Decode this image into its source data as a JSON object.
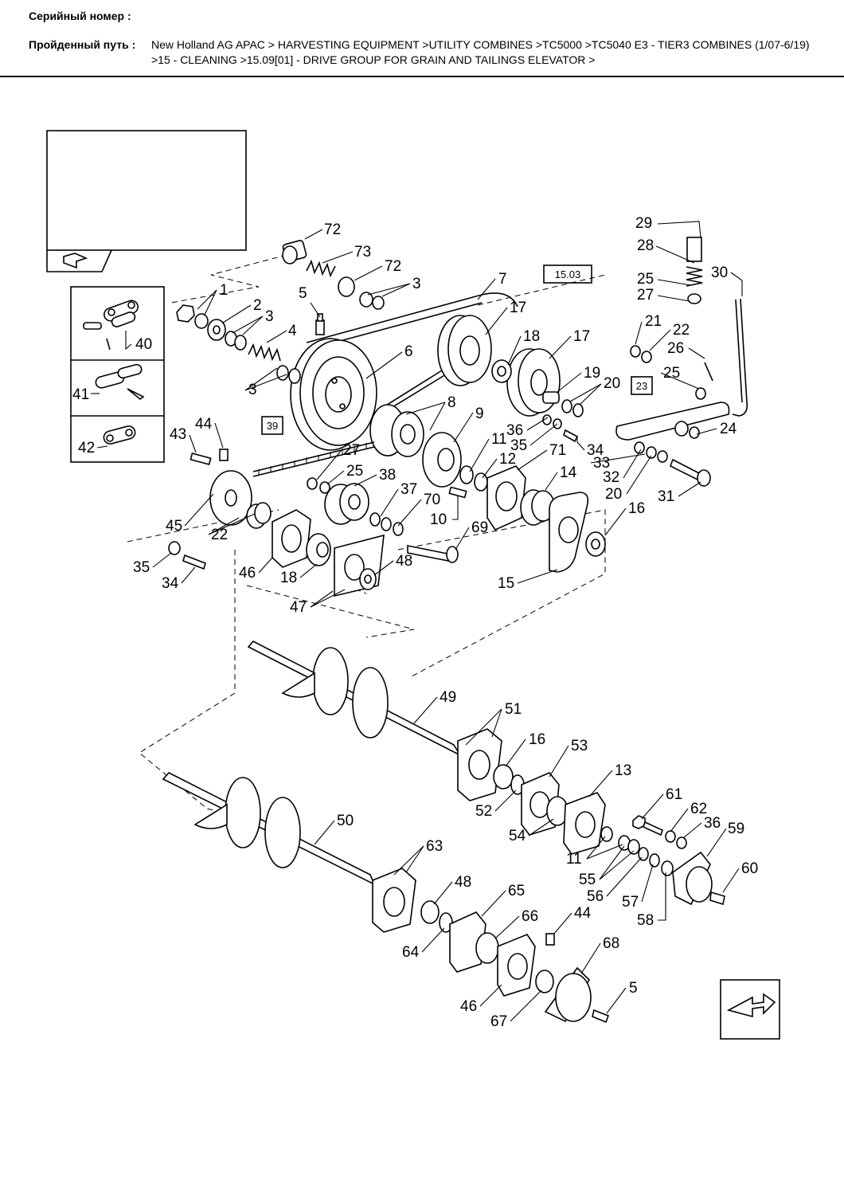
{
  "header": {
    "serial_label": "Серийный номер :",
    "path_label": "Пройденный путь :",
    "path_line1": "New Holland AG APAC > HARVESTING EQUIPMENT >UTILITY COMBINES >TC5000 >TC5040 E3 - TIER3 COMBINES (1/07-6/19)",
    "path_line2": ">15 - CLEANING >15.09[01] - DRIVE GROUP FOR GRAIN AND TAILINGS ELEVATOR >"
  },
  "diagram": {
    "refs": [
      "15.03",
      "23",
      "39"
    ],
    "callouts": [
      {
        "id": "c72a",
        "text": "72"
      },
      {
        "id": "c73",
        "text": "73"
      },
      {
        "id": "c72b",
        "text": "72"
      },
      {
        "id": "c3a",
        "text": "3"
      },
      {
        "id": "c1",
        "text": "1"
      },
      {
        "id": "c5a",
        "text": "5"
      },
      {
        "id": "c7",
        "text": "7"
      },
      {
        "id": "c2",
        "text": "2"
      },
      {
        "id": "c3b",
        "text": "3"
      },
      {
        "id": "c4",
        "text": "4"
      },
      {
        "id": "c3c",
        "text": "3"
      },
      {
        "id": "c6",
        "text": "6"
      },
      {
        "id": "c17a",
        "text": "17"
      },
      {
        "id": "c18a",
        "text": "18"
      },
      {
        "id": "c17b",
        "text": "17"
      },
      {
        "id": "c29",
        "text": "29"
      },
      {
        "id": "c28",
        "text": "28"
      },
      {
        "id": "c30",
        "text": "30"
      },
      {
        "id": "c25a",
        "text": "25"
      },
      {
        "id": "c27a",
        "text": "27"
      },
      {
        "id": "c21",
        "text": "21"
      },
      {
        "id": "c22a",
        "text": "22"
      },
      {
        "id": "c26",
        "text": "26"
      },
      {
        "id": "c25b",
        "text": "25"
      },
      {
        "id": "c19",
        "text": "19"
      },
      {
        "id": "c20a",
        "text": "20"
      },
      {
        "id": "c24",
        "text": "24"
      },
      {
        "id": "c40",
        "text": "40"
      },
      {
        "id": "c41",
        "text": "41"
      },
      {
        "id": "c42",
        "text": "42"
      },
      {
        "id": "c8",
        "text": "8"
      },
      {
        "id": "c9",
        "text": "9"
      },
      {
        "id": "c36a",
        "text": "36"
      },
      {
        "id": "c35a",
        "text": "35"
      },
      {
        "id": "c71",
        "text": "71"
      },
      {
        "id": "c34a",
        "text": "34"
      },
      {
        "id": "c33",
        "text": "33"
      },
      {
        "id": "c32",
        "text": "32"
      },
      {
        "id": "c20b",
        "text": "20"
      },
      {
        "id": "c31",
        "text": "31"
      },
      {
        "id": "c43",
        "text": "43"
      },
      {
        "id": "c44a",
        "text": "44"
      },
      {
        "id": "c27b",
        "text": "27"
      },
      {
        "id": "c25c",
        "text": "25"
      },
      {
        "id": "c38",
        "text": "38"
      },
      {
        "id": "c11a",
        "text": "11"
      },
      {
        "id": "c12",
        "text": "12"
      },
      {
        "id": "c14",
        "text": "14"
      },
      {
        "id": "c37",
        "text": "37"
      },
      {
        "id": "c70",
        "text": "70"
      },
      {
        "id": "c10",
        "text": "10"
      },
      {
        "id": "c16a",
        "text": "16"
      },
      {
        "id": "c45",
        "text": "45"
      },
      {
        "id": "c22b",
        "text": "22"
      },
      {
        "id": "c69",
        "text": "69"
      },
      {
        "id": "c35b",
        "text": "35"
      },
      {
        "id": "c34b",
        "text": "34"
      },
      {
        "id": "c46a",
        "text": "46"
      },
      {
        "id": "c18b",
        "text": "18"
      },
      {
        "id": "c48a",
        "text": "48"
      },
      {
        "id": "c15",
        "text": "15"
      },
      {
        "id": "c47",
        "text": "47"
      },
      {
        "id": "c49",
        "text": "49"
      },
      {
        "id": "c51",
        "text": "51"
      },
      {
        "id": "c16b",
        "text": "16"
      },
      {
        "id": "c53",
        "text": "53"
      },
      {
        "id": "c13",
        "text": "13"
      },
      {
        "id": "c52",
        "text": "52"
      },
      {
        "id": "c61",
        "text": "61"
      },
      {
        "id": "c62",
        "text": "62"
      },
      {
        "id": "c36b",
        "text": "36"
      },
      {
        "id": "c59",
        "text": "59"
      },
      {
        "id": "c54",
        "text": "54"
      },
      {
        "id": "c11b",
        "text": "11"
      },
      {
        "id": "c50",
        "text": "50"
      },
      {
        "id": "c60",
        "text": "60"
      },
      {
        "id": "c55",
        "text": "55"
      },
      {
        "id": "c56",
        "text": "56"
      },
      {
        "id": "c57",
        "text": "57"
      },
      {
        "id": "c58",
        "text": "58"
      },
      {
        "id": "c63",
        "text": "63"
      },
      {
        "id": "c48b",
        "text": "48"
      },
      {
        "id": "c65",
        "text": "65"
      },
      {
        "id": "c66",
        "text": "66"
      },
      {
        "id": "c44b",
        "text": "44"
      },
      {
        "id": "c64",
        "text": "64"
      },
      {
        "id": "c68",
        "text": "68"
      },
      {
        "id": "c5b",
        "text": "5"
      },
      {
        "id": "c46b",
        "text": "46"
      },
      {
        "id": "c67",
        "text": "67"
      }
    ]
  }
}
